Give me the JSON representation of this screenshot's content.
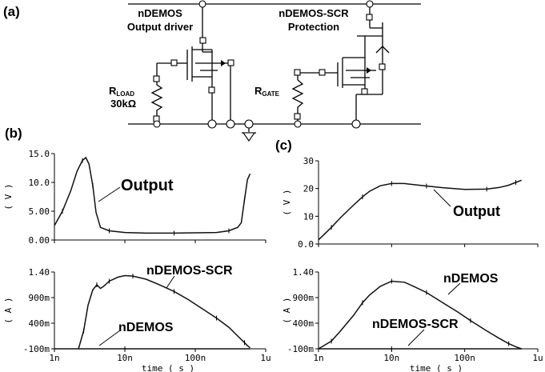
{
  "panels": {
    "a": "(a)",
    "b": "(b)",
    "c": "(c)"
  },
  "circuit": {
    "driver_title_1": "nDEMOS",
    "driver_title_2": "Output driver",
    "scr_title_1": "nDEMOS-SCR",
    "scr_title_2": "Protection",
    "rload_main": "R",
    "rload_sub": "LOAD",
    "rload_value": "30kΩ",
    "rgate_main": "R",
    "rgate_sub": "GATE"
  },
  "chart_data": [
    {
      "id": "b-top",
      "type": "line",
      "x_scale": "log",
      "xlim": [
        1e-09,
        1e-06
      ],
      "ylim": [
        0,
        15
      ],
      "ylabel": "( V )",
      "y_ticks": [
        "15.0",
        "10.0",
        "5.00",
        "0.00"
      ],
      "series": [
        {
          "name": "Output",
          "x": [
            1e-09,
            1.3e-09,
            1.7e-09,
            2.1e-09,
            2.5e-09,
            2.8e-09,
            3.1e-09,
            3.5e-09,
            3.9e-09,
            4.5e-09,
            6e-09,
            1e-08,
            2e-08,
            5e-08,
            1e-07,
            2e-07,
            3e-07,
            4e-07,
            4.5e-07,
            5e-07,
            5.5e-07,
            6e-07
          ],
          "y": [
            2.5,
            5.0,
            8.5,
            12.0,
            13.8,
            14.3,
            13.2,
            9.5,
            4.8,
            2.2,
            1.6,
            1.3,
            1.2,
            1.2,
            1.25,
            1.3,
            1.6,
            2.2,
            3.0,
            7.0,
            10.5,
            11.5
          ]
        }
      ]
    },
    {
      "id": "b-bottom",
      "type": "line",
      "x_scale": "log",
      "xlim": [
        1e-09,
        1e-06
      ],
      "ylim": [
        -0.1,
        1.4
      ],
      "ylabel": "( A )",
      "xlabel": "time ( s )",
      "y_ticks": [
        "1.40",
        "900m",
        "400m",
        "-100m"
      ],
      "x_ticks": [
        "1n",
        "10n",
        "100n",
        "1u"
      ],
      "series": [
        {
          "name": "nDEMOS-SCR",
          "x": [
            2.2e-09,
            2.6e-09,
            3e-09,
            3.5e-09,
            4e-09,
            4.5e-09,
            5e-09,
            6e-09,
            8e-09,
            1e-08,
            1.3e-08,
            2e-08,
            3e-08,
            5e-08,
            8e-08,
            1.2e-07,
            2e-07,
            3e-07,
            4e-07,
            5e-07,
            5.5e-07,
            6e-07
          ],
          "y": [
            -0.1,
            0.25,
            0.75,
            1.05,
            1.15,
            1.08,
            1.12,
            1.22,
            1.3,
            1.33,
            1.32,
            1.26,
            1.16,
            1.02,
            0.86,
            0.7,
            0.5,
            0.32,
            0.15,
            0.02,
            -0.04,
            -0.08
          ]
        },
        {
          "name": "nDEMOS",
          "x": [
            1e-09,
            1e-08,
            1e-07,
            6e-07
          ],
          "y": [
            -0.1,
            -0.1,
            -0.1,
            -0.1
          ]
        }
      ]
    },
    {
      "id": "c-top",
      "type": "line",
      "x_scale": "log",
      "xlim": [
        1e-09,
        1e-06
      ],
      "ylim": [
        0,
        30
      ],
      "ylabel": "( V )",
      "y_ticks": [
        "30",
        "20",
        "10",
        "0.0"
      ],
      "series": [
        {
          "name": "Output",
          "x": [
            1e-09,
            1.5e-09,
            2e-09,
            3e-09,
            4e-09,
            5e-09,
            7e-09,
            1e-08,
            1.5e-08,
            2e-08,
            3e-08,
            5e-08,
            1e-07,
            2e-07,
            3e-07,
            4e-07,
            5e-07,
            6e-07
          ],
          "y": [
            1.5,
            6.0,
            9.5,
            14.0,
            17.0,
            19.0,
            21.0,
            21.8,
            21.8,
            21.4,
            20.9,
            20.3,
            19.7,
            19.8,
            20.4,
            21.2,
            22.2,
            23.0
          ]
        }
      ]
    },
    {
      "id": "c-bottom",
      "type": "line",
      "x_scale": "log",
      "xlim": [
        1e-09,
        1e-06
      ],
      "ylim": [
        -0.1,
        1.4
      ],
      "ylabel": "( A )",
      "xlabel": "time ( s )",
      "y_ticks": [
        "1.40",
        "900m",
        "400m",
        "-100m"
      ],
      "x_ticks": [
        "1n",
        "10n",
        "100n",
        "1u"
      ],
      "series": [
        {
          "name": "nDEMOS",
          "x": [
            1e-09,
            1.5e-09,
            2e-09,
            3e-09,
            4e-09,
            5e-09,
            7e-09,
            1e-08,
            1.5e-08,
            2e-08,
            3e-08,
            5e-08,
            8e-08,
            1.2e-07,
            2e-07,
            3e-07,
            4e-07,
            5e-07,
            6e-07
          ],
          "y": [
            -0.1,
            0.05,
            0.25,
            0.55,
            0.8,
            0.95,
            1.12,
            1.22,
            1.2,
            1.12,
            1.0,
            0.8,
            0.62,
            0.45,
            0.25,
            0.1,
            0.0,
            -0.06,
            -0.1
          ]
        },
        {
          "name": "nDEMOS-SCR",
          "x": [
            1e-09,
            1e-08,
            1e-07,
            6e-07
          ],
          "y": [
            -0.1,
            -0.1,
            -0.1,
            -0.1
          ]
        }
      ]
    }
  ]
}
